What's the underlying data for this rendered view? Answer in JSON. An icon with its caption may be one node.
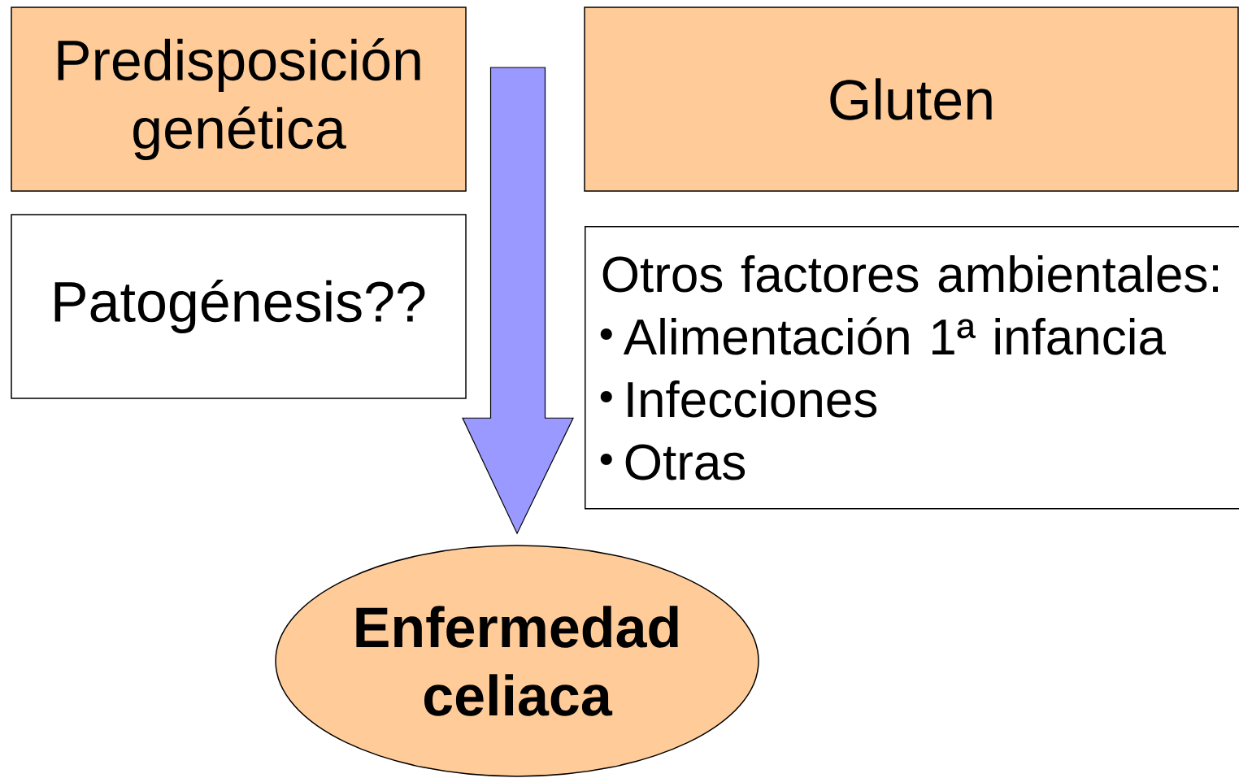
{
  "diagram": {
    "nodes": [
      {
        "text": [
          "Predisposición genética"
        ]
      },
      {
        "text": [
          "Gluten"
        ]
      },
      {
        "text": [
          "Patogénesis??"
        ]
      },
      {
        "text": [
          "Otros factores ambientales:",
          "Alimentación 1ª infancia",
          "Infecciones",
          "Otras"
        ]
      },
      {
        "text": [
          "Enfermedad celiaca"
        ]
      }
    ],
    "edges": [
      {
        "from": null,
        "to": 4,
        "arrow": "to",
        "color": "#9999ff"
      }
    ]
  }
}
